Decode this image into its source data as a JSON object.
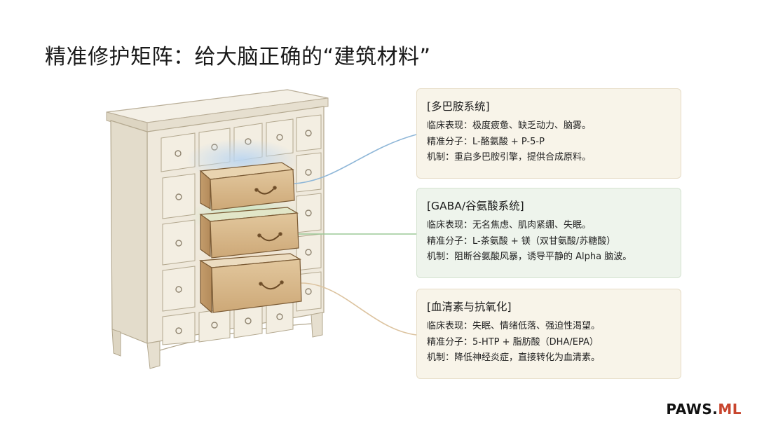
{
  "title": "精准修护矩阵：给大脑正确的“建筑材料”",
  "cards": [
    {
      "title": "[多巴胺系统]",
      "lines": [
        "临床表现：极度疲惫、缺乏动力、脑雾。",
        "精准分子：L-酪氨酸 + P-5-P",
        "机制：重启多巴胺引擎，提供合成原料。"
      ]
    },
    {
      "title": "[GABA/谷氨酸系统]",
      "lines": [
        "临床表现：无名焦虑、肌肉紧绷、失眠。",
        "精准分子：L-茶氨酸 + 镁（双甘氨酸/苏糖酸）",
        "机制：阻断谷氨酸风暴，诱导平静的 Alpha 脑波。"
      ]
    },
    {
      "title": "[血清素与抗氧化]",
      "lines": [
        "临床表现：失眠、情绪低落、强迫性渴望。",
        "精准分子：5-HTP + 脂肪酸（DHA/EPA）",
        "机制：降低神经炎症，直接转化为血清素。"
      ]
    }
  ],
  "brand": {
    "main": "PAWS.",
    "accent": "ML"
  },
  "colors": {
    "dopamine_glow": "#bcd6f0",
    "gaba_glow": "#bfe3b8",
    "serotonin_glow": "#f1dcc0",
    "wood": "#d8b98c",
    "cabinet": "#efe9dc"
  }
}
